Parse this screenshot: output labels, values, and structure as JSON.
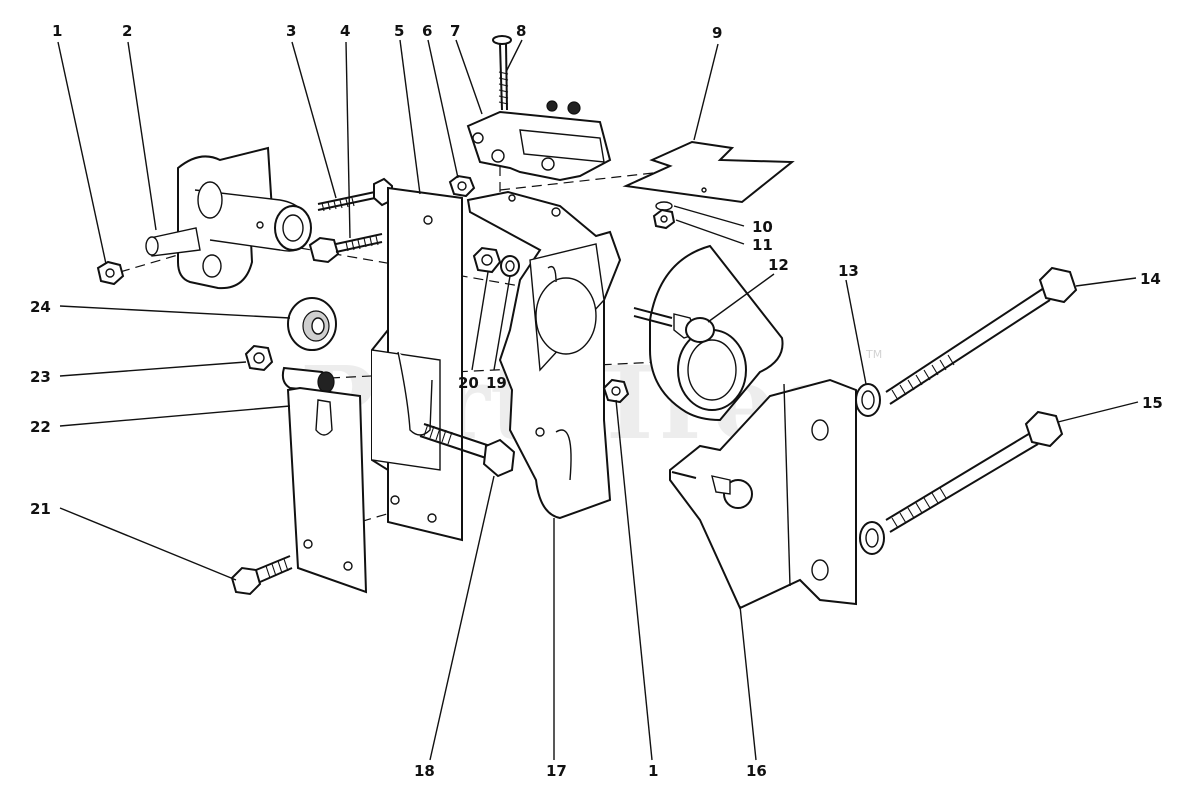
{
  "callouts": [
    {
      "id": "c1a",
      "text": "1"
    },
    {
      "id": "c2",
      "text": "2"
    },
    {
      "id": "c3",
      "text": "3"
    },
    {
      "id": "c4",
      "text": "4"
    },
    {
      "id": "c5",
      "text": "5"
    },
    {
      "id": "c6",
      "text": "6"
    },
    {
      "id": "c7",
      "text": "7"
    },
    {
      "id": "c8",
      "text": "8"
    },
    {
      "id": "c9",
      "text": "9"
    },
    {
      "id": "c10",
      "text": "10"
    },
    {
      "id": "c11",
      "text": "11"
    },
    {
      "id": "c12",
      "text": "12"
    },
    {
      "id": "c13",
      "text": "13"
    },
    {
      "id": "c14",
      "text": "14"
    },
    {
      "id": "c15",
      "text": "15"
    },
    {
      "id": "c24",
      "text": "24"
    },
    {
      "id": "c23",
      "text": "23"
    },
    {
      "id": "c22",
      "text": "22"
    },
    {
      "id": "c20",
      "text": "20"
    },
    {
      "id": "c19",
      "text": "19"
    },
    {
      "id": "c21",
      "text": "21"
    },
    {
      "id": "c18",
      "text": "18"
    },
    {
      "id": "c17",
      "text": "17"
    },
    {
      "id": "c1b",
      "text": "1"
    },
    {
      "id": "c16",
      "text": "16"
    }
  ],
  "watermark": {
    "text": "PartsTree",
    "mark": "TM"
  }
}
